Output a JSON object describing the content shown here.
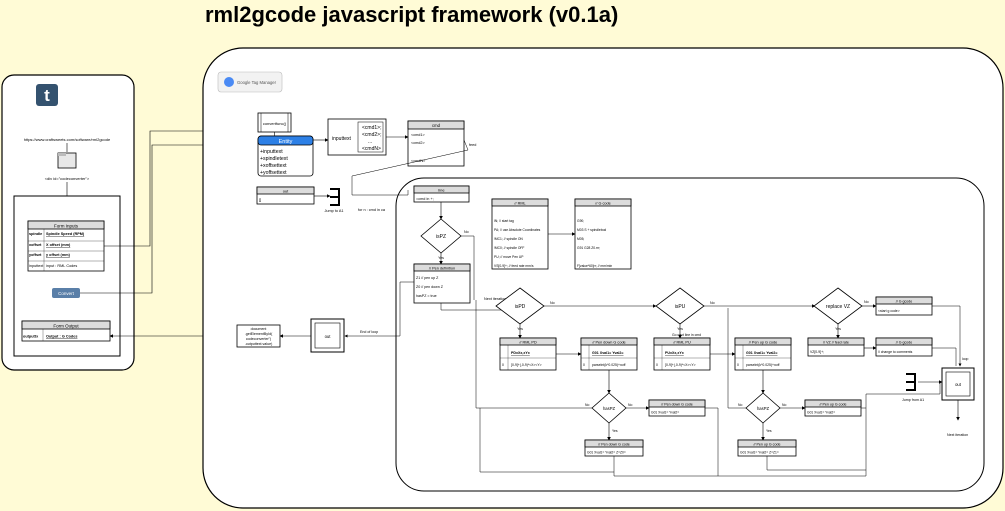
{
  "title": "rml2gcode javascript framework (v0.1a)",
  "colors": {
    "background": "#fffbd6",
    "entity_header": "#2d80e6",
    "box_header": "#dcdcdc",
    "tumblr": "#34526f"
  },
  "icons": [
    "tumblr-icon",
    "folder-icon",
    "jump-arrow-icon",
    "google-tag-manager-icon"
  ],
  "left_panel": {
    "url": "https://www.craftsweets.com/software/rml2gcode",
    "div_id": "<div id=\"codeconverter\">",
    "form_inputs": {
      "title": "Form Inputs",
      "rows": [
        {
          "key": "spindle",
          "value": "Spindle Speed (RPM)"
        },
        {
          "key": "xoffset",
          "value": "X offset (mm)"
        },
        {
          "key": "yoffset",
          "value": "y offset (mm)"
        },
        {
          "key": "inputtext",
          "value": "input : RML Codes"
        }
      ]
    },
    "convert_button": "Convert",
    "form_output": {
      "title": "Form Output",
      "key": "outputtx",
      "value": "Output : G Codes"
    }
  },
  "main": {
    "gtm_label": "Google Tag Manager",
    "convert_func": "convertfunc()",
    "entity": {
      "title": "Entity",
      "fields": [
        "+inputtext",
        "+spindletext",
        "+xoffsettext",
        "+yoffsettext"
      ]
    },
    "inputtext_label": "inputtext",
    "cmd_list": [
      "<cmd1>;",
      "<cmd2>;",
      "...",
      "<cmdN>"
    ],
    "cmd_box": {
      "title": "cmd",
      "rows": [
        "<cmd1>",
        "<cmd2>",
        "<cmdN>"
      ]
    },
    "feed_label": "feed",
    "out_box": {
      "title": "out",
      "value": "[]"
    },
    "jump_to_a": "Jump to A1",
    "for_label": "for n : cmd in ca",
    "line_box": {
      "title": "line",
      "value": "=cmd in +;"
    },
    "is_pz": "isPZ",
    "yes": "Yes",
    "no": "No",
    "pen_def": {
      "title": "// Pen definition",
      "rows": [
        "Z1 // pen up Z",
        "Z0 // pen down Z",
        "hasPZ = true"
      ]
    },
    "next_iteration": "Next iteration",
    "rml_box": {
      "title": "// RML",
      "rows": [
        "IN; // start tag",
        "PA; // use Absolute Coordinates",
        "!MC1; // spindle ON",
        "!MC0; // spindle OFF",
        "PU; // move Pen UP",
        "VS[0-9]+; // feed rate mm/s"
      ]
    },
    "gcode_box": {
      "title": "// G code",
      "rows": [
        "G90;",
        "M03 S + spindlebod",
        "M05;",
        "G91 G28 Z0.rrr;",
        "F[value*60]rr; // mm/min"
      ]
    },
    "is_pd": "isPD",
    "is_pu": "isPU",
    "replace_vz": "replace VZ",
    "go_next_line": "Go next line in cmd",
    "rml_pd": {
      "title": "// RML PD",
      "row1": "PDxXx,xYx",
      "key": "0",
      "value": "[0-9]+(,0-9)*<X><Y>"
    },
    "pen_down_g": {
      "title": "// Pen down G code",
      "row1": "G01 Xval1= Yval2=",
      "key": "0",
      "value": "parseInt(k*0.025)+xoff"
    },
    "rml_pu": {
      "title": "// RML PU",
      "row1": "PUxXx,xYx",
      "key": "0",
      "value": "[0-9]+(,0-9)*<X><Y>"
    },
    "pen_up_g": {
      "title": "// Pen up G code",
      "row1": "G01 Xval1= Yval2=",
      "key": "0",
      "value": "parseInt(k*0.025)+xoff"
    },
    "vz_feed": {
      "title": "// VZ // feed rate",
      "value": "VZ[0-9]+;"
    },
    "gcode_start": {
      "title": "// G gcode",
      "value": "<start g code>"
    },
    "gcode_comments": {
      "title": "// G gcode",
      "value": "// change to comments"
    },
    "has_pz_1": "hasPZ",
    "has_pz_2": "hasPZ",
    "pen_down_g2": {
      "title": "// Pen down G code",
      "value": "G01 Xval1= Yval2="
    },
    "pen_down_g3": {
      "title": "// Pen down G code",
      "value": "G01 Xval1= Yval2= Z=Z0="
    },
    "pen_up_g2": {
      "title": "// Pen up G code",
      "value": "G01 Xval1= Yval2="
    },
    "pen_up_g3": {
      "title": "// Pen up G code",
      "value": "G01 Xval1= Yval2= Z=Z1="
    },
    "out_box2": "out",
    "jump_from_a": "Jump from A1",
    "out_box3": "out",
    "next_iteration2": "Next iteration",
    "loop_label": "loop",
    "end_of_loop": "End of loop",
    "doc_box": [
      "document",
      ".getElementById(",
      "codeconverter\")",
      ".outputtext.value)"
    ],
    "out_main": "out"
  }
}
